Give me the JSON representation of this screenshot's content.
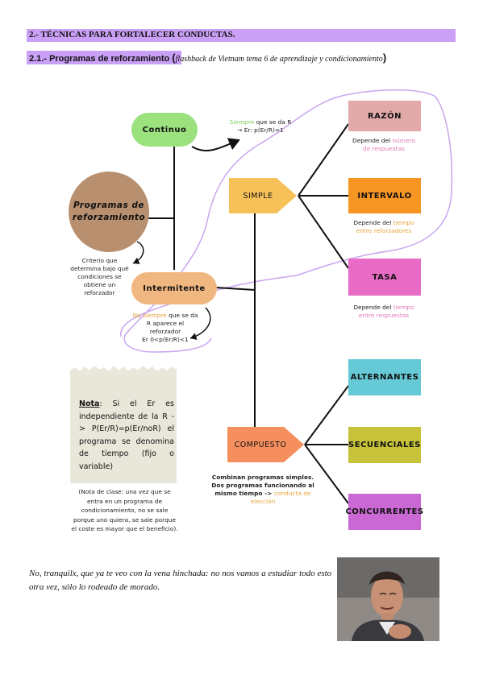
{
  "heading": {
    "section": "2.- TÉCNICAS PARA FORTALECER CONDUCTAS."
  },
  "subheading": {
    "label": "2.1.- Programas de reforzamiento",
    "paren_open": "(",
    "italic": "flashback de Vietnam tema 6 de aprendizaje y condicionamiento",
    "paren_close": ")"
  },
  "diagram": {
    "center": "Programas de reforzamiento",
    "criterion": "Criterio que determina bajo qué condiciones se obtiene un reforzador",
    "continuo": {
      "label": "Continuo",
      "note_highlight": "Siempre",
      "note_rest": " que se da R",
      "note_line2": "→ Er: p(Er/R)=1"
    },
    "intermitente": {
      "label": "Intermitente",
      "note_highlight": "No siempre",
      "note_rest": " que se da",
      "note_line2": "R aparece el",
      "note_line3": "reforzador",
      "note_line4": "Er 0<p(Er/R)<1"
    },
    "simple": {
      "label": "SIMPLE"
    },
    "compuesto": {
      "label": "COMPUESTO",
      "note_line1": "Combinan programas simples.",
      "note_line2": "Dos programas funcionando al",
      "note_line3_prefix": "mismo tiempo -> ",
      "note_line3_highlight": "conducta de",
      "note_line4_highlight": "elección"
    },
    "razon": {
      "label": "RAZÓN",
      "desc_prefix": "Depende del ",
      "desc_highlight": "número",
      "desc_line2": "de respuestas"
    },
    "intervalo": {
      "label": "INTERVALO",
      "desc_prefix": "Depende del ",
      "desc_highlight": "tiempo",
      "desc_line2": "entre reforzadores"
    },
    "tasa": {
      "label": "TASA",
      "desc_prefix": "Depende del ",
      "desc_highlight": "tiempo",
      "desc_line2": "entre respuestas"
    },
    "alternantes": {
      "label": "ALTERNANTES"
    },
    "secuenciales": {
      "label": "SECUENCIALES"
    },
    "concurrentes": {
      "label": "CONCURRENTES"
    }
  },
  "note": {
    "title": "Nota",
    "body": ": Si el Er es independiente de la R -> P(Er/R)=p(Er/noR) el programa se denomina de tiempo (fijo o variable)",
    "class_note": "(Nota de clase: una vez que se entra en un programa de condicionamiento, no se sale porque uno quiera, se sale porque el coste es mayor que el beneficio)."
  },
  "footer": {
    "text": "No, tranquilx, que ya te veo con la vena hinchada: no nos vamos a estudiar todo esto otra vez, sólo lo rodeado de morado."
  },
  "colors": {
    "highlight": "#c9a0f5",
    "continuo": "#9be27f",
    "center": "#b8906f",
    "intermitente": "#f1b781",
    "simple": "#f7c15a",
    "compuesto": "#f58f5e",
    "razon": "#e1aaa9",
    "intervalo": "#f79523",
    "tasa": "#e86bc6",
    "alternantes": "#66c9d6",
    "secuenciales": "#c6c33a",
    "concurrentes": "#ca69d4",
    "lasso": "#c9a6ef"
  },
  "icons": {
    "photo": "man-grimacing-photo"
  }
}
